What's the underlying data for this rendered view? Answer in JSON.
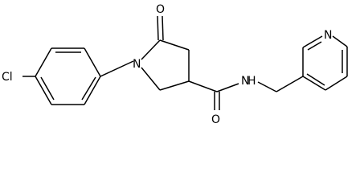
{
  "molecule": {
    "atoms": {
      "chlorine": "Cl",
      "ring_nitrogen": "N",
      "ketone_oxygen": "O",
      "amide_oxygen": "O",
      "amide_nitrogen_n": "N",
      "amide_nitrogen_h": "H",
      "pyridine_nitrogen": "N"
    }
  },
  "colors": {
    "bond": "#000000",
    "text": "#000000",
    "background": "#ffffff"
  }
}
